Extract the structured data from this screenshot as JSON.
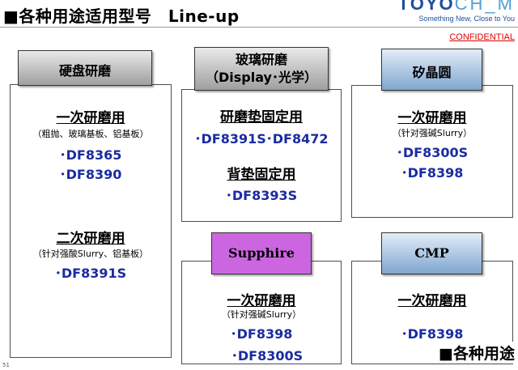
{
  "header": {
    "title": "■各种用途适用型号　Line-up",
    "logo_name_bold": "TOYO",
    "logo_name_thin": "CH_M",
    "logo_tagline": "Something New, Close to You",
    "confidential": "CONFIDENTIAL"
  },
  "panels": [
    {
      "header": "硬盘研磨",
      "sections": [
        {
          "title": "一次研磨用",
          "note": "（粗抛、玻璃基板、铝基板）",
          "products": [
            "･DF8365",
            "･DF8390"
          ]
        },
        {
          "title": "二次研磨用",
          "note": "（针对强酸Slurry、铝基板）",
          "products": [
            "･DF8391S"
          ]
        }
      ]
    },
    {
      "header": "玻璃研磨",
      "header_line2": "（Display･光学）",
      "sections": [
        {
          "title": "研磨垫固定用",
          "products": [
            "･DF8391S･DF8472"
          ]
        },
        {
          "title": "背垫固定用",
          "products": [
            "･DF8393S"
          ]
        }
      ]
    },
    {
      "header": "矽晶圆",
      "sections": [
        {
          "title": "一次研磨用",
          "note": "（针对强碱Slurry）",
          "products": [
            "･DF8300S",
            "･DF8398"
          ]
        }
      ]
    },
    {
      "header": "Supphire",
      "sections": [
        {
          "title": "一次研磨用",
          "note": "（针对强碱Slurry）",
          "products": [
            "･DF8398",
            "･DF8300S"
          ]
        }
      ]
    },
    {
      "header": "CMP",
      "sections": [
        {
          "title": "一次研磨用",
          "products": [
            "･DF8398"
          ]
        }
      ]
    }
  ],
  "footer": {
    "page_number": "51",
    "label": "■各种用途"
  },
  "colors": {
    "product_text": "#1a2ca0",
    "confidential": "#e00000",
    "logo": "#1f4e9c",
    "supphire_header": "#cc66e0"
  }
}
